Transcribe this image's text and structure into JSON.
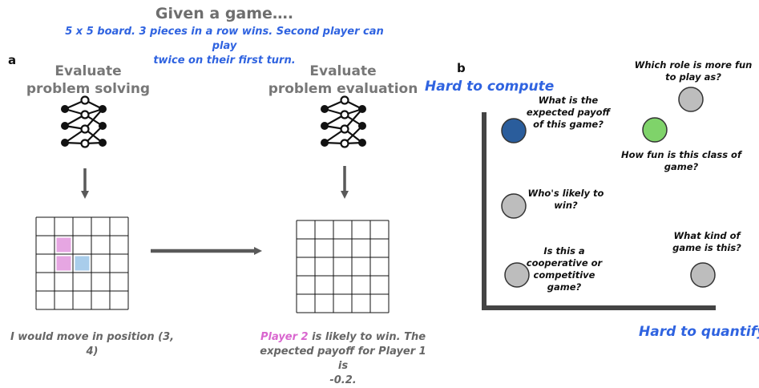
{
  "header": {
    "title": "Given a game….",
    "subtitle_line1_prefix": "5 x 5 board. ",
    "subtitle_line1_rest": "3 pieces in a row wins. Second player can play",
    "subtitle_line2": "twice on their first turn."
  },
  "panel_a": {
    "label": "a",
    "left": {
      "eval_line1": "Evaluate",
      "eval_line2": "problem solving",
      "caption": "I would move in position (3, 4)",
      "highlighted_cells": [
        {
          "row": 2,
          "col": 2,
          "color": "#e6a6e2"
        },
        {
          "row": 3,
          "col": 2,
          "color": "#e6a6e2"
        },
        {
          "row": 3,
          "col": 3,
          "color": "#a9cdeb"
        }
      ]
    },
    "right": {
      "eval_line1": "Evaluate",
      "eval_line2": "problem evaluation",
      "caption_highlight": "Player 2",
      "caption_rest_1": " is likely to win. The",
      "caption_line2": "expected payoff for Player 1 is",
      "caption_line3": "-0.2."
    },
    "board_size": 5
  },
  "panel_b": {
    "label": "b",
    "y_axis_label": "Hard to compute",
    "x_axis_label": "Hard to quantify",
    "questions": [
      {
        "id": "payoff",
        "lines": [
          "What is the",
          "expected payoff",
          "of this game?"
        ],
        "color": "#2a5d9c"
      },
      {
        "id": "role",
        "lines": [
          "Which role is more fun",
          "to play as?"
        ],
        "color": "#bdbdbd"
      },
      {
        "id": "fun",
        "lines": [
          "How fun is this class of",
          "game?"
        ],
        "color": "#7fd36a"
      },
      {
        "id": "win",
        "lines": [
          "Who's likely to",
          "win?"
        ],
        "color": "#bdbdbd"
      },
      {
        "id": "coop",
        "lines": [
          "Is this a",
          "cooperative or",
          "competitive",
          "game?"
        ],
        "color": "#bdbdbd"
      },
      {
        "id": "kind",
        "lines": [
          "What kind of",
          "game is this?"
        ],
        "color": "#bdbdbd"
      }
    ]
  },
  "colors": {
    "accent_blue": "#2f63e0",
    "player_pink": "#d966cf",
    "arrow_gray": "#595959"
  },
  "icons": [
    "neural-network-icon",
    "down-arrow-icon",
    "right-arrow-icon"
  ]
}
